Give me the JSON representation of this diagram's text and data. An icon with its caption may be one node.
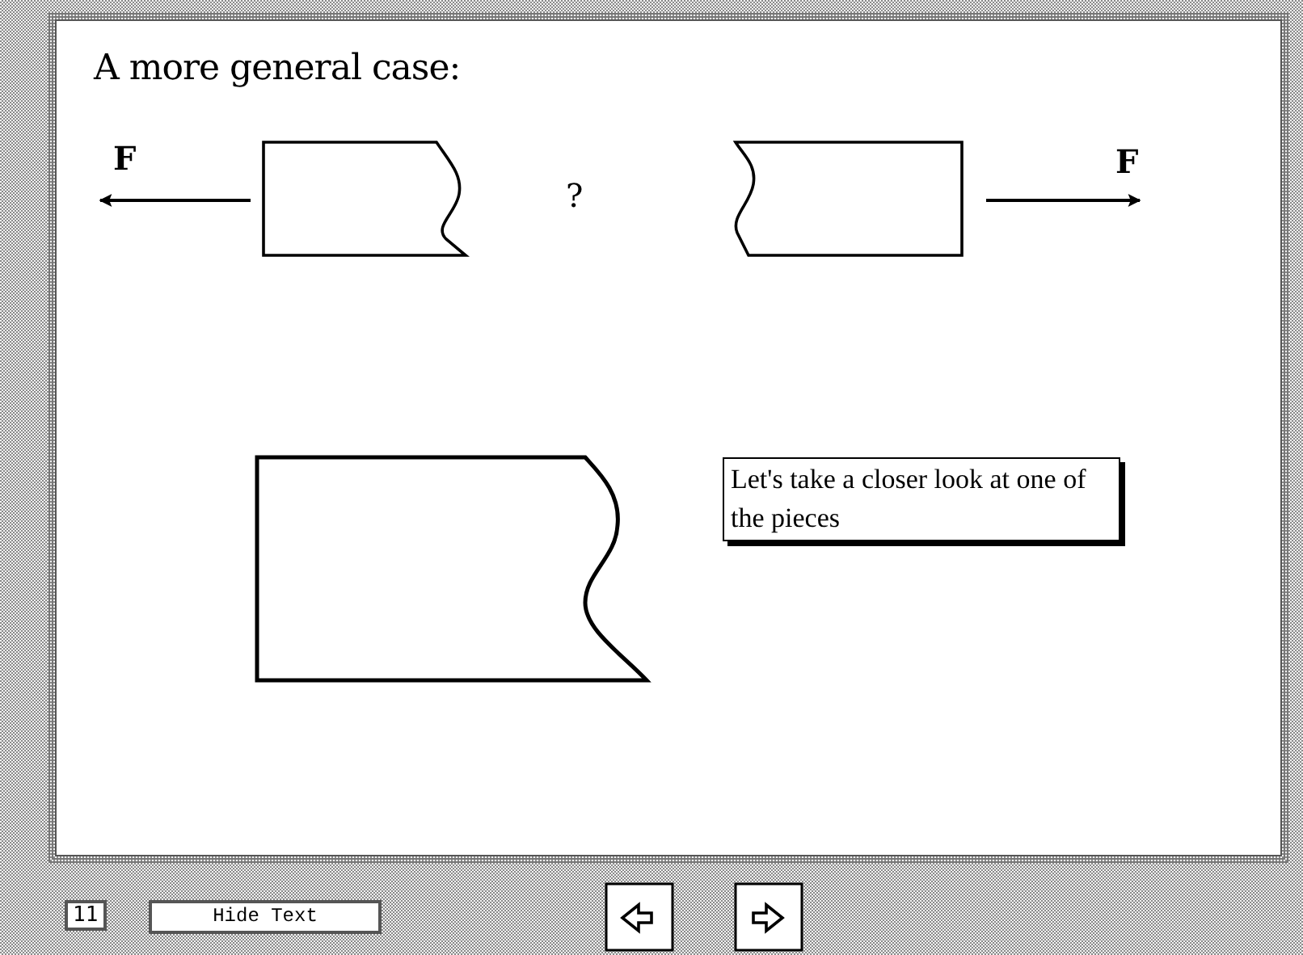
{
  "diagram": {
    "title": "A more general case:",
    "nodes": [
      {
        "text": [
          "Let's take a closer look at one of the pieces"
        ]
      }
    ],
    "labels": [
      "F",
      "?",
      "F",
      "11",
      "Hide Text"
    ]
  }
}
